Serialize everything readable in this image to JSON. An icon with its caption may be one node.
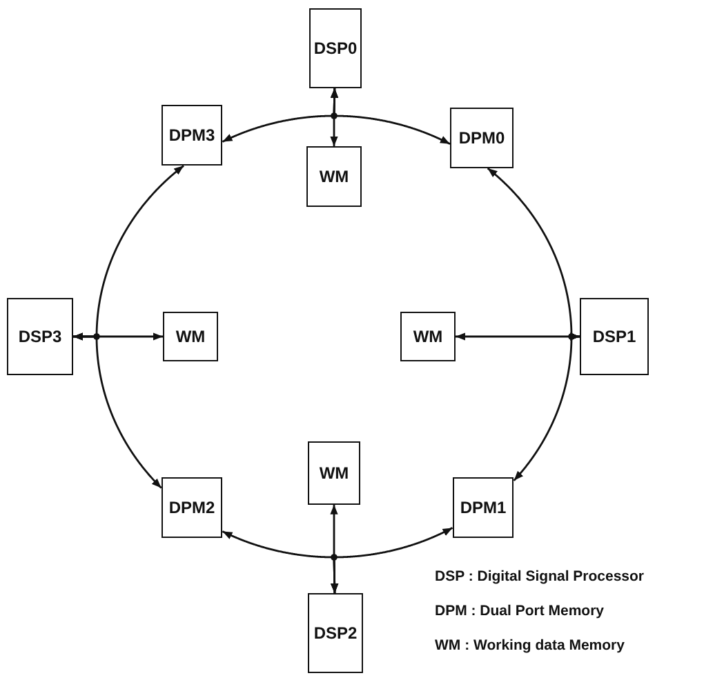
{
  "diagram": {
    "nodes": [
      {
        "text": [
          "DSP0"
        ]
      },
      {
        "text": [
          "DPM3"
        ]
      },
      {
        "text": [
          "WM"
        ]
      },
      {
        "text": [
          "DPM0"
        ]
      },
      {
        "text": [
          "DSP3"
        ]
      },
      {
        "text": [
          "WM"
        ]
      },
      {
        "text": [
          "WM"
        ]
      },
      {
        "text": [
          "DSP1"
        ]
      },
      {
        "text": [
          "DPM2"
        ]
      },
      {
        "text": [
          "WM"
        ]
      },
      {
        "text": [
          "DPM1"
        ]
      },
      {
        "text": [
          "DSP2"
        ]
      }
    ],
    "edges": [
      {
        "from": 0,
        "to": 1,
        "arrow": "both"
      },
      {
        "from": 0,
        "to": 3,
        "arrow": "both"
      },
      {
        "from": 0,
        "to": 2,
        "arrow": "both"
      },
      {
        "from": 7,
        "to": 3,
        "arrow": "both"
      },
      {
        "from": 7,
        "to": 10,
        "arrow": "both"
      },
      {
        "from": 7,
        "to": 6,
        "arrow": "both"
      },
      {
        "from": 11,
        "to": 10,
        "arrow": "both"
      },
      {
        "from": 11,
        "to": 8,
        "arrow": "both"
      },
      {
        "from": 11,
        "to": 9,
        "arrow": "both"
      },
      {
        "from": 4,
        "to": 1,
        "arrow": "both"
      },
      {
        "from": 4,
        "to": 8,
        "arrow": "both"
      },
      {
        "from": 4,
        "to": 5,
        "arrow": "both"
      }
    ],
    "labels": [
      "DSP : Digital Signal Processor",
      "DPM : Dual Port Memory",
      "WM : Working data Memory"
    ]
  }
}
